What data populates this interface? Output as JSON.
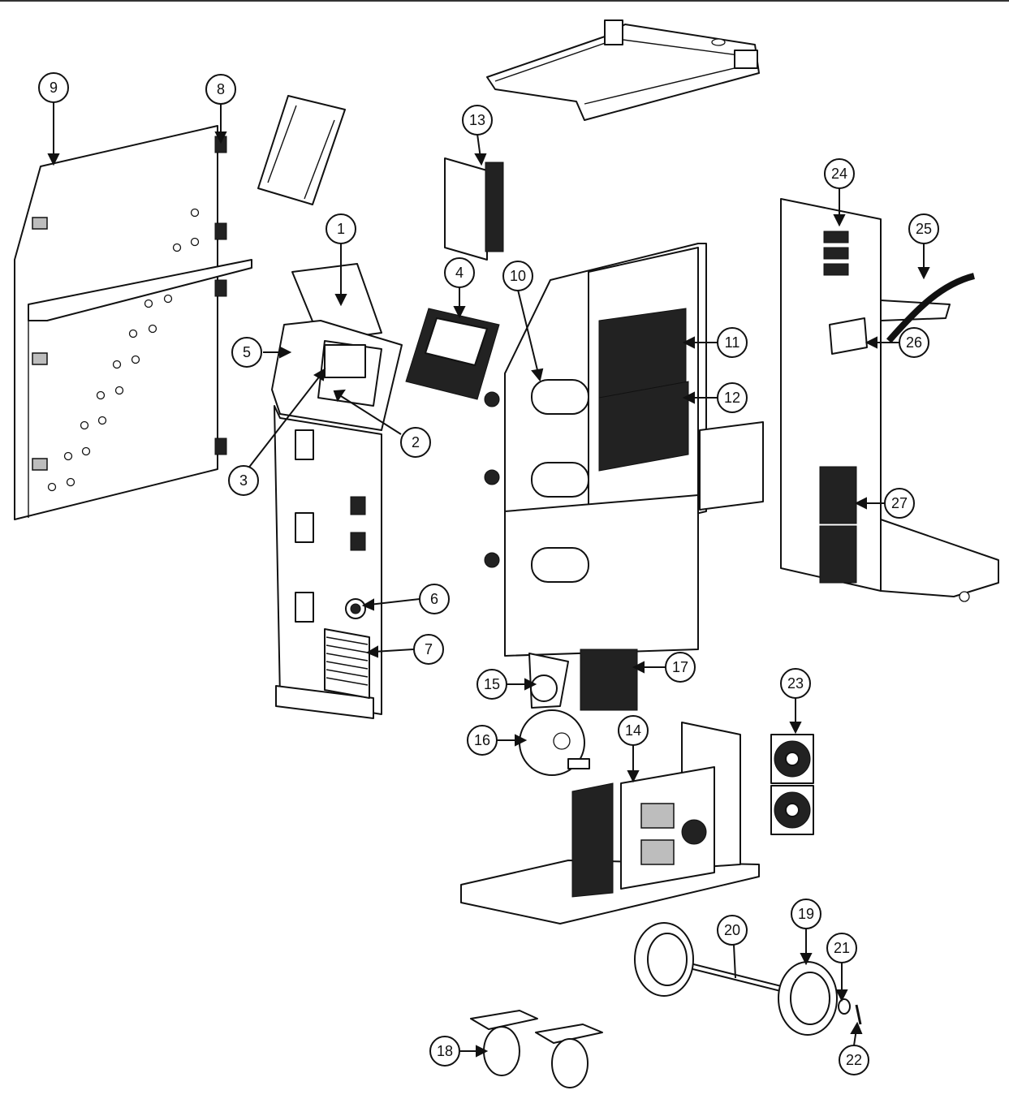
{
  "diagram": {
    "colors": {
      "line": "#111111",
      "background": "#ffffff",
      "board": "#2a2a2a",
      "shade": "#bdbdbd"
    },
    "callouts": [
      {
        "id": "c1",
        "label": "1"
      },
      {
        "id": "c2",
        "label": "2"
      },
      {
        "id": "c3",
        "label": "3"
      },
      {
        "id": "c4",
        "label": "4"
      },
      {
        "id": "c5",
        "label": "5"
      },
      {
        "id": "c6",
        "label": "6"
      },
      {
        "id": "c7",
        "label": "7"
      },
      {
        "id": "c8",
        "label": "8"
      },
      {
        "id": "c9",
        "label": "9"
      },
      {
        "id": "c10",
        "label": "10"
      },
      {
        "id": "c11",
        "label": "11"
      },
      {
        "id": "c12",
        "label": "12"
      },
      {
        "id": "c13",
        "label": "13"
      },
      {
        "id": "c14",
        "label": "14"
      },
      {
        "id": "c15",
        "label": "15"
      },
      {
        "id": "c16",
        "label": "16"
      },
      {
        "id": "c17",
        "label": "17"
      },
      {
        "id": "c18",
        "label": "18"
      },
      {
        "id": "c19",
        "label": "19"
      },
      {
        "id": "c20",
        "label": "20"
      },
      {
        "id": "c21",
        "label": "21"
      },
      {
        "id": "c22",
        "label": "22"
      },
      {
        "id": "c23",
        "label": "23"
      },
      {
        "id": "c24",
        "label": "24"
      },
      {
        "id": "c25",
        "label": "25"
      },
      {
        "id": "c26",
        "label": "26"
      },
      {
        "id": "c27",
        "label": "27"
      }
    ]
  }
}
